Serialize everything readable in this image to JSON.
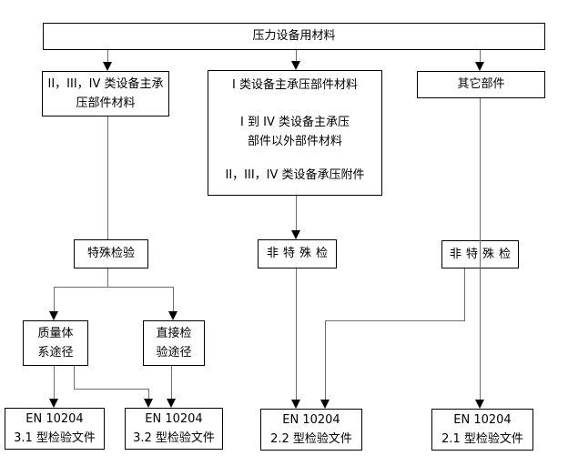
{
  "diagram": {
    "background": "#ffffff",
    "box_border_color": "#000000",
    "connector_color": "#6e6e6e",
    "arrow_color": "#000000",
    "nodes": {
      "root": {
        "label": "压力设备用材料"
      },
      "class_2_3_4_materials": {
        "lines": [
          "II，III，IV 类设备主承",
          "压部件材料"
        ]
      },
      "class_1_and_others": {
        "lines": [
          "I 类设备主承压部件材料",
          "I 到 IV 类设备主承压",
          "部件以外部件材料",
          "II，III，IV 类设备承压附件"
        ]
      },
      "other_parts": {
        "label": "其它部件"
      },
      "special_inspection": {
        "label": "特殊检验"
      },
      "non_special_inspection_mid": {
        "label": "非特殊检"
      },
      "non_special_inspection_right": {
        "label": "非特殊检"
      },
      "quality_system_route": {
        "lines": [
          "质量体",
          "系途径"
        ]
      },
      "direct_inspection_route": {
        "lines": [
          "直接检",
          "验途径"
        ]
      },
      "en10204_31": {
        "lines": [
          "EN 10204",
          "3.1 型检验文件"
        ]
      },
      "en10204_32": {
        "lines": [
          "EN 10204",
          "3.2 型检验文件"
        ]
      },
      "en10204_22": {
        "lines": [
          "EN 10204",
          "2.2 型检验文件"
        ]
      },
      "en10204_21": {
        "lines": [
          "EN 10204",
          "2.1 型检验文件"
        ]
      }
    }
  }
}
